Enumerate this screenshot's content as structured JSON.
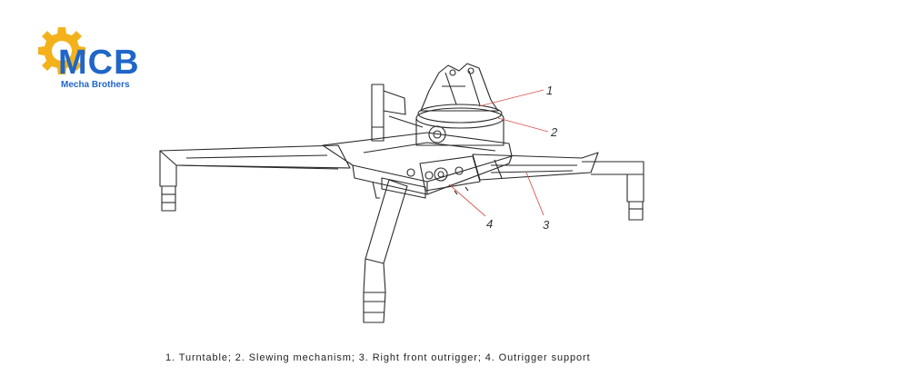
{
  "logo": {
    "letters": "MCB",
    "tagline": "Mecha Brothers",
    "gear_color": "#f3b21c",
    "text_color": "#1f66c8"
  },
  "diagram": {
    "line_color": "#2a2a2a",
    "leader_color": "#d9534f",
    "callouts": [
      {
        "number": "1",
        "part": "Turntable"
      },
      {
        "number": "2",
        "part": "Slewing mechanism"
      },
      {
        "number": "3",
        "part": "Right front outrigger"
      },
      {
        "number": "4",
        "part": "Outrigger support"
      }
    ]
  },
  "caption": "1. Turntable; 2. Slewing mechanism; 3. Right front outrigger; 4. Outrigger support"
}
